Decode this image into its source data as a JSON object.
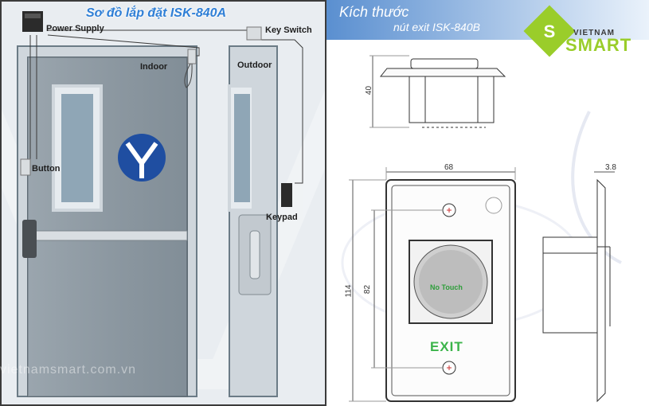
{
  "installation": {
    "title": "Sơ đồ lắp đặt ISK-840A",
    "labels": {
      "power_supply": "Power Supply",
      "key_switch": "Key Switch",
      "indoor": "Indoor",
      "outdoor": "Outdoor",
      "button": "Button",
      "keypad": "Keypad"
    },
    "watermark": "vietnamsmart.com.vn"
  },
  "dimensions": {
    "title": "Kích thước",
    "subtitle": "nút exit ISK-840B",
    "logo_top": "VIETNAM",
    "logo_bottom": "SMART",
    "values": {
      "height": "40",
      "width": "68",
      "depth": "3.8",
      "total_height": "114",
      "inner_height": "82"
    },
    "button_text": "No Touch",
    "exit_text": "EXIT",
    "colors": {
      "header_blue": "#5a8fd0",
      "exit_green": "#3bb44a",
      "logo_green": "#9acd2a"
    }
  }
}
